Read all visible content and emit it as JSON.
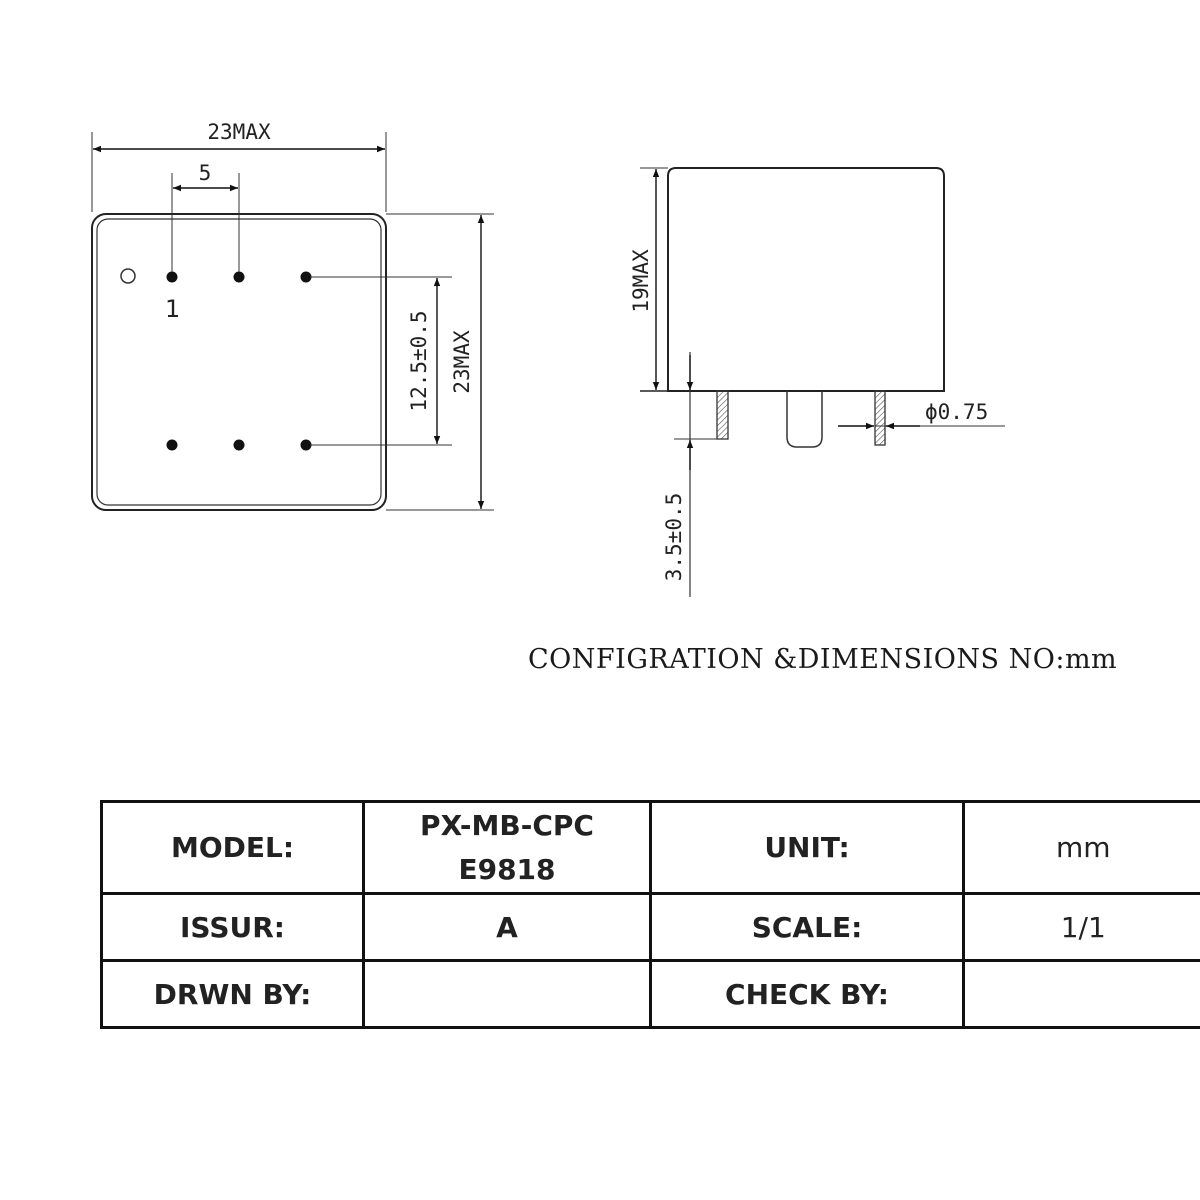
{
  "top_view": {
    "width_label": "23MAX",
    "pitch_label": "5",
    "pin1_label": "1",
    "row_spacing_label": "12.5±0.5",
    "height_label": "23MAX"
  },
  "side_view": {
    "height_label": "19MAX",
    "diameter_label": "ϕ0.75",
    "pin_length_label": "3.5±0.5"
  },
  "caption": "CONFIGRATION &DIMENSIONS NO:mm",
  "title_block": {
    "model_label": "MODEL:",
    "model_value_line1": "PX-MB-CPC",
    "model_value_line2": "E9818",
    "unit_label": "UNIT:",
    "unit_value": "mm",
    "issue_label": "ISSUR:",
    "issue_value": "A",
    "scale_label": "SCALE:",
    "scale_value": "1/1",
    "drawn_label": "DRWN BY:",
    "drawn_value": "",
    "check_label": "CHECK BY:",
    "check_value": ""
  }
}
